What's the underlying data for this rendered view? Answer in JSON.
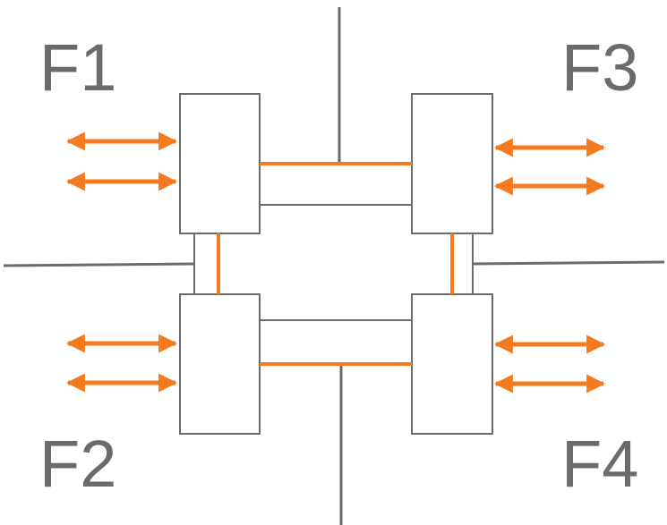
{
  "labels": {
    "f1": "F1",
    "f2": "F2",
    "f3": "F3",
    "f4": "F4"
  },
  "colors": {
    "structure": "#6b6b6b",
    "link": "#f47a20"
  }
}
